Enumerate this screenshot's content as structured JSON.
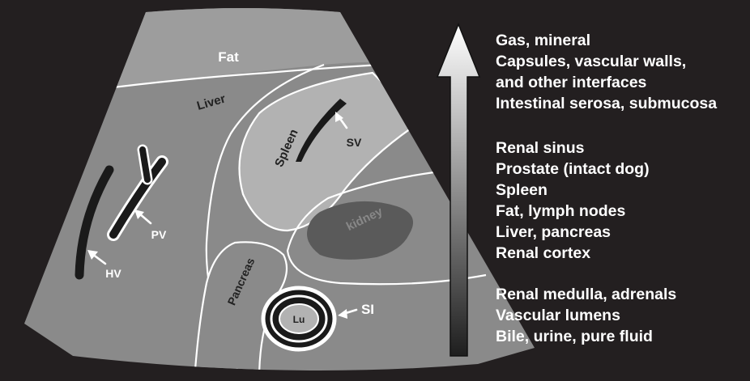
{
  "colors": {
    "background": "#231f20",
    "fan": "#8a8a8a",
    "fat": "#9d9d9d",
    "spleen": "#b2b2b2",
    "kidney": "#5a5a5a",
    "lines": "#ffffff",
    "vessels": "#1a1a1a"
  },
  "labels": {
    "fat": "Fat",
    "liver": "Liver",
    "spleen": "Spleen",
    "sv": "SV",
    "kidney": "kidney",
    "pv": "PV",
    "hv": "HV",
    "pancreas": "Pancreas",
    "lu": "Lu",
    "si": "SI"
  },
  "scale": {
    "group_top": [
      "Gas, mineral",
      "Capsules, vascular walls,",
      "and other interfaces",
      "Intestinal serosa, submucosa"
    ],
    "group_middle": [
      "Renal sinus",
      "Prostate (intact dog)",
      "Spleen",
      "Fat, lymph nodes",
      "Liver, pancreas",
      "Renal cortex"
    ],
    "group_bottom": [
      "Renal medulla, adrenals",
      "Vascular lumens",
      "Bile, urine, pure fluid"
    ]
  }
}
